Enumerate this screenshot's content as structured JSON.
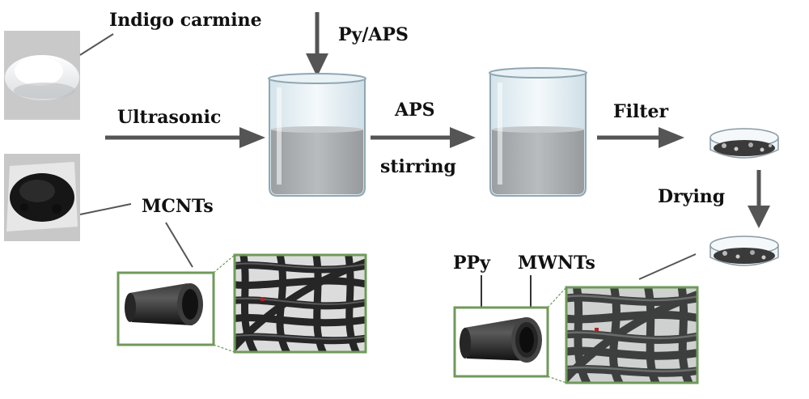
{
  "labels": {
    "indigo_carmine": "Indigo carmine",
    "py_aps": "Py/APS",
    "ultrasonic": "Ultrasonic",
    "aps": "APS",
    "stirring": "stirring",
    "filter": "Filter",
    "drying": "Drying",
    "mcnts": "MCNTs",
    "ppy": "PPy",
    "mwnts": "MWNTs"
  },
  "colors": {
    "arrow": "#555555",
    "frame_green": "#6f9a5a",
    "liquid": "#a9adaf",
    "beaker_glass": "#e3eef3",
    "tube_dark": "#1d1d1d",
    "fiber_dark": "#2a2a2a"
  },
  "images": {
    "indigo_powder": "white-powder-photo",
    "mcnt_powder": "black-powder-photo",
    "beaker_1": "beaker-icon",
    "beaker_2": "beaker-icon",
    "petri_dish_1": "petri-dish-icon",
    "petri_dish_2": "petri-dish-icon",
    "nanotube_plain": "nanotube-icon",
    "nanotube_coated": "coated-nanotube-icon",
    "fiber_network_1": "nanotube-network-image",
    "fiber_network_2": "coated-network-image"
  }
}
